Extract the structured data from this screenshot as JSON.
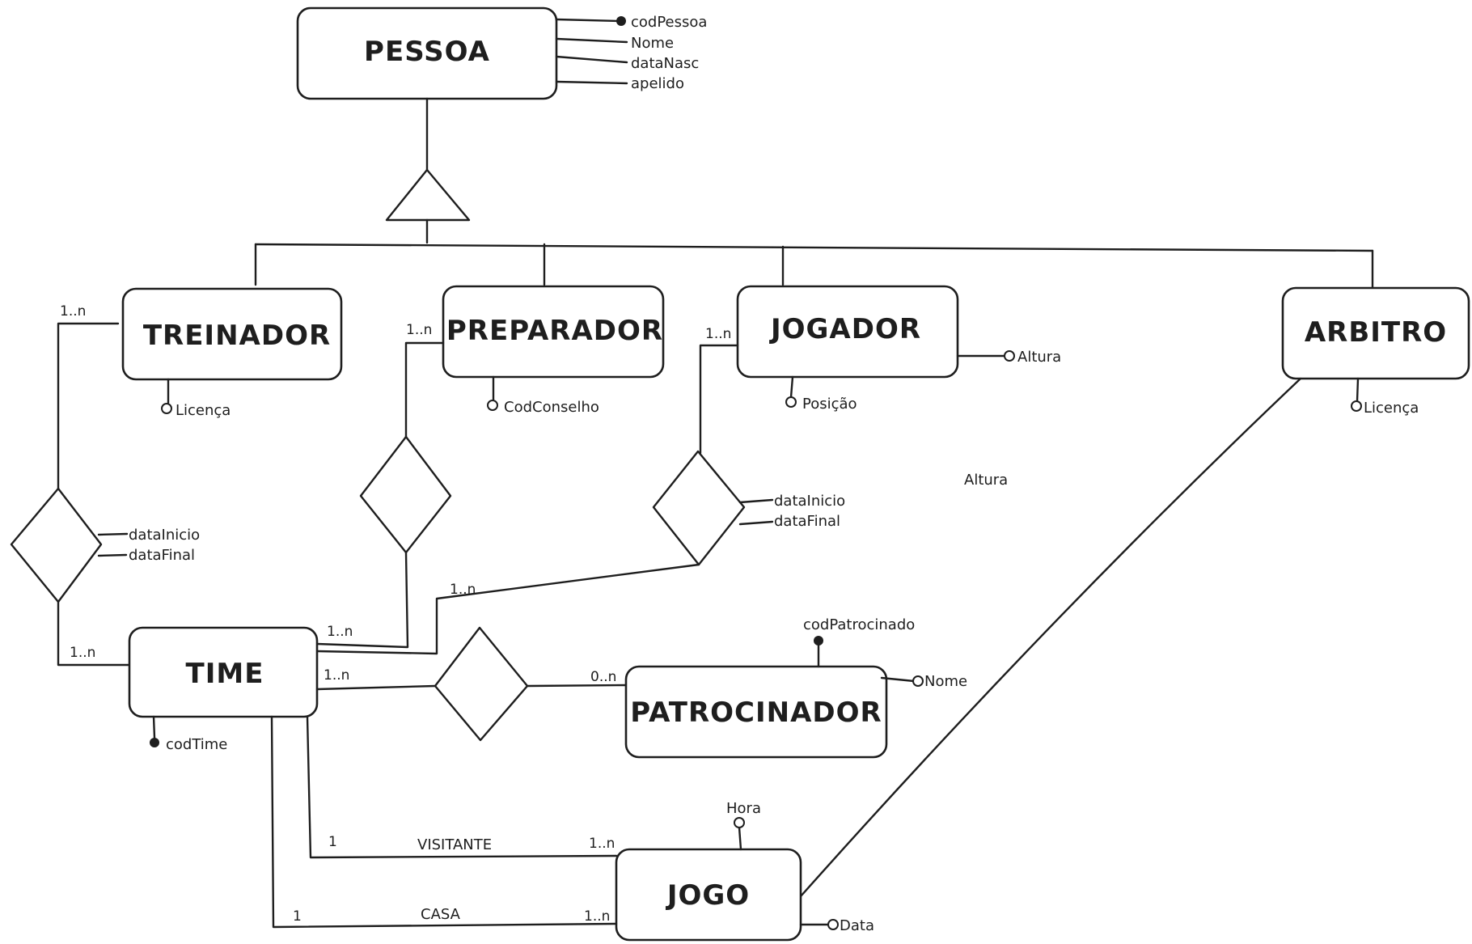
{
  "entities": {
    "pessoa": "PESSOA",
    "treinador": "TREINADOR",
    "preparador": "PREPARADOR",
    "jogador": "JOGADOR",
    "arbitro": "ARBITRO",
    "time": "TIME",
    "patrocinador": "PATROCINADOR",
    "jogo": "JOGO"
  },
  "attributes": {
    "pessoa": [
      "codPessoa",
      "Nome",
      "dataNasc",
      "apelido"
    ],
    "treinador_licenca": "Licença",
    "preparador_codconselho": "CodConselho",
    "jogador_posicao": "Posição",
    "jogador_altura": "Altura",
    "arbitro_licenca": "Licença",
    "floating_altura": "Altura",
    "treina_data_inicio": "dataInicio",
    "treina_data_final": "dataFinal",
    "joga_data_inicio": "dataInicio",
    "joga_data_final": "dataFinal",
    "patrocinador_cod": "codPatrocinado",
    "patrocinador_nome": "Nome",
    "time_cod": "codTime",
    "jogo_hora": "Hora",
    "jogo_data": "Data"
  },
  "cardinalities": {
    "treinador_side": "1..n",
    "time_treinador_side": "1..n",
    "preparador_side": "1..n",
    "time_preparador_side": "1..n",
    "jogador_side": "1..n",
    "time_jogador_side": "1..n",
    "time_patrocinio_side": "1..n",
    "patrocinador_side": "0..n",
    "visitante_time": "1",
    "visitante_jogo": "1..n",
    "casa_time": "1",
    "casa_jogo": "1..n"
  },
  "relationship_labels": {
    "visitante": "VISITANTE",
    "casa": "CASA"
  }
}
